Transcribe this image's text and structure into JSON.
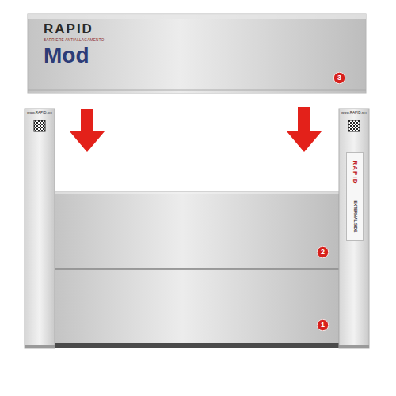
{
  "diagram": {
    "nodes": [
      {
        "text": [
          "RAPID",
          "BARRIERE ANTIALLAGAMENTO",
          "Mod"
        ]
      },
      {
        "text": [
          "3"
        ],
        "in": 0
      },
      {
        "text": [
          "2"
        ]
      },
      {
        "text": [
          "1"
        ]
      },
      {
        "text": [
          "www.RAPID.sm"
        ]
      },
      {
        "text": [
          "www.RAPID.sm"
        ]
      },
      {
        "text": [
          "RAPID",
          "EXTERNAL SIDE"
        ],
        "in": 5
      }
    ]
  }
}
